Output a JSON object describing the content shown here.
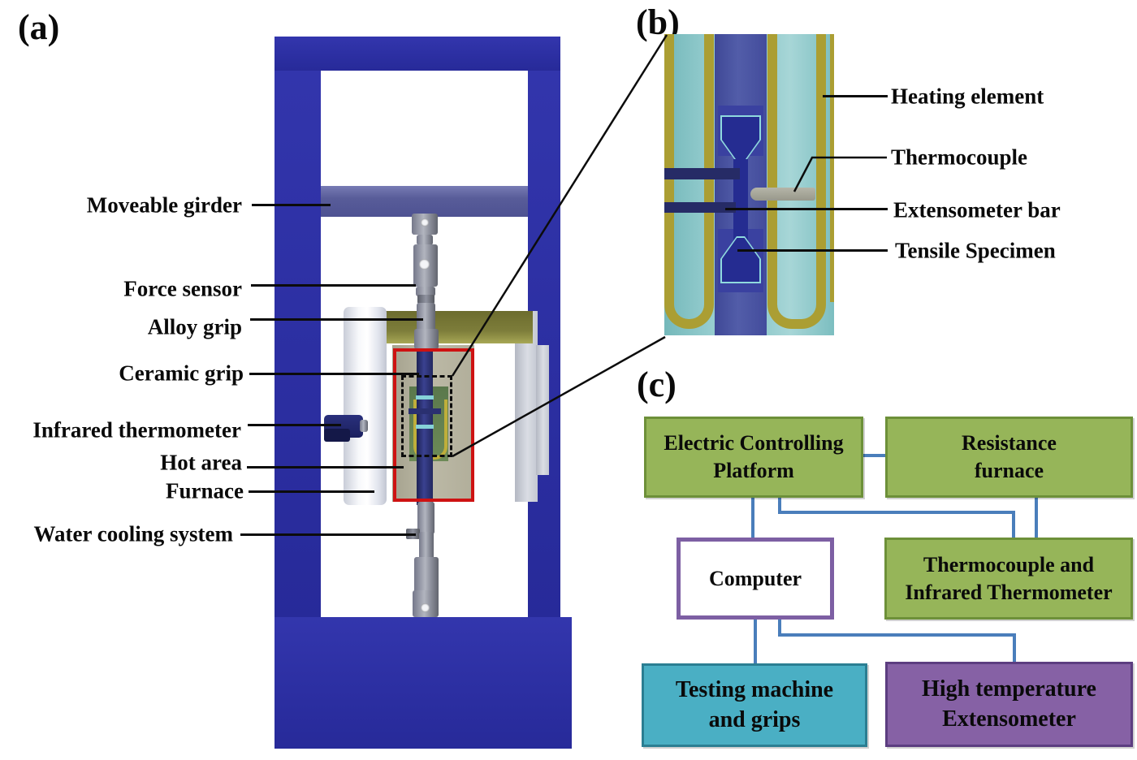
{
  "panel_a": {
    "tag": "(a)",
    "labels": {
      "moveable_girder": "Moveable girder",
      "force_sensor": "Force sensor",
      "alloy_grip": "Alloy grip",
      "ceramic_grip": "Ceramic grip",
      "infrared_thermometer": "Infrared thermometer",
      "hot_area": "Hot area",
      "furnace": "Furnace",
      "water_cooling": "Water cooling system"
    }
  },
  "panel_b": {
    "tag": "(b)",
    "labels": {
      "heating_element": "Heating element",
      "thermocouple": "Thermocouple",
      "extensometer_bar": "Extensometer bar",
      "tensile_specimen": "Tensile Specimen"
    }
  },
  "panel_c": {
    "tag": "(c)",
    "boxes": {
      "electric_controlling_platform": {
        "line1": "Electric Controlling",
        "line2": "Platform"
      },
      "resistance_furnace": {
        "line1": "Resistance",
        "line2": "furnace"
      },
      "computer": {
        "line1": "Computer"
      },
      "thermocouple_infrared": {
        "line1": "Thermocouple and",
        "line2": "Infrared Thermometer"
      },
      "testing_machine_grips": {
        "line1": "Testing machine",
        "line2": "and grips"
      },
      "high_temp_extensometer": {
        "line1": "High temperature",
        "line2": "Extensometer"
      }
    }
  },
  "colors": {
    "frame_blue": "#2e31a6",
    "girder_blue": "#585c99",
    "steel_gray": "#9396a2",
    "furnace_white": "#eef0f5",
    "flange_olive": "#7d7d3a",
    "interior_tan": "#b5b2a0",
    "hot_area_green": "#6d8a57",
    "rod_navy": "#2c3374",
    "highlight_red": "#ce1212",
    "b_background_teal": "#8ac6c8",
    "b_heating_yellow": "#ab9e33",
    "b_column_blue": "#4a55a5",
    "b_specimen_navy": "#252c91",
    "b_specimen_cyan": "#8fd9de",
    "b_extensometer_navy": "#262b66",
    "b_thermocouple_gray": "#a8a89b",
    "c_box_green": "#96b559",
    "c_box_teal": "#4aafc4",
    "c_box_purple": "#8661a5",
    "c_computer_border": "#7d5fa3",
    "c_connector_blue": "#4a7ebb",
    "leader_black": "#0c0c0c"
  }
}
